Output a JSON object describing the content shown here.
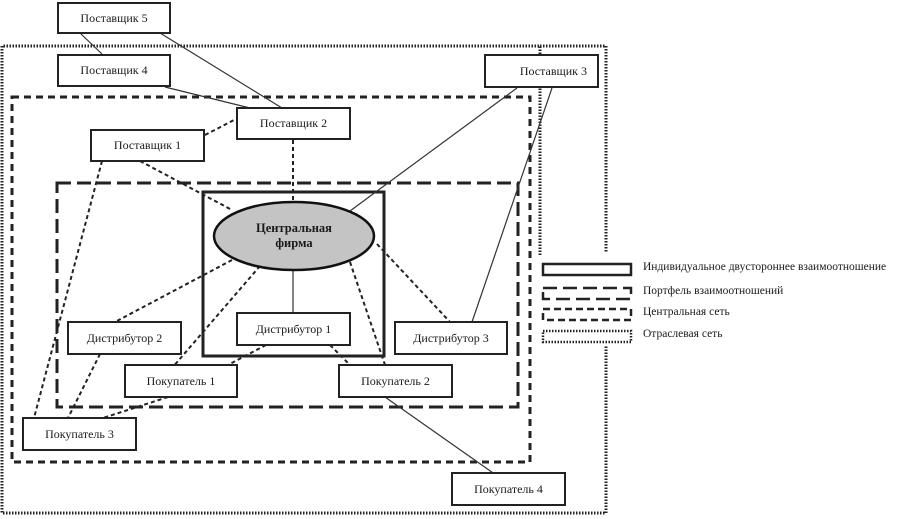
{
  "nodes": {
    "supplier5": "Поставщик 5",
    "supplier4": "Поставщик 4",
    "supplier3": "Поставщик 3",
    "supplier2": "Поставщик 2",
    "supplier1": "Поставщик 1",
    "central_line1": "Центральная",
    "central_line2": "фирма",
    "distributor1": "Дистрибутор 1",
    "distributor2": "Дистрибутор 2",
    "distributor3": "Дистрибутор 3",
    "buyer1": "Покупатель 1",
    "buyer2": "Покупатель 2",
    "buyer3": "Покупатель 3",
    "buyer4": "Покупатель 4"
  },
  "legend": [
    {
      "style": "solid-double",
      "label": "Индивидуальное двустороннее взаимоотношение"
    },
    {
      "style": "long-dash",
      "label": "Портфель взаимоотношений"
    },
    {
      "style": "short-dash",
      "label": "Центральная сеть"
    },
    {
      "style": "dotted",
      "label": "Отраслевая сеть"
    }
  ],
  "colors": {
    "ellipse_fill": "#c4c4c4",
    "stroke": "#222222"
  }
}
